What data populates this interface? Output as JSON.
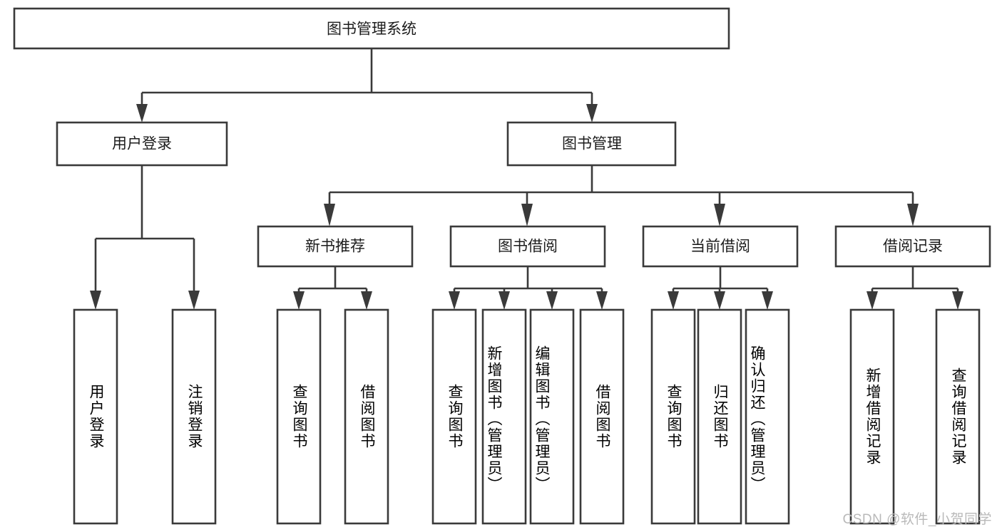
{
  "diagram": {
    "type": "tree",
    "title": "图书管理系统",
    "orientation": "top-down",
    "colors": {
      "stroke": "#3a3a3a",
      "box_fill": "#ffffff",
      "text": "#1c1c1c",
      "background": "#ffffff",
      "watermark": "#b9b9b9"
    },
    "root": {
      "label": "图书管理系统",
      "text_direction": "horizontal"
    },
    "level1": [
      {
        "label": "用户登录",
        "text_direction": "horizontal"
      },
      {
        "label": "图书管理",
        "text_direction": "horizontal"
      }
    ],
    "level2": [
      {
        "label": "新书推荐",
        "text_direction": "horizontal"
      },
      {
        "label": "图书借阅",
        "text_direction": "horizontal"
      },
      {
        "label": "当前借阅",
        "text_direction": "horizontal"
      },
      {
        "label": "借阅记录",
        "text_direction": "horizontal"
      }
    ],
    "leaves": {
      "user_login": [
        {
          "label": "用户登录",
          "text_direction": "vertical"
        },
        {
          "label": "注销登录",
          "text_direction": "vertical"
        }
      ],
      "new_book_recommend": [
        {
          "label": "查询图书",
          "text_direction": "vertical"
        },
        {
          "label": "借阅图书",
          "text_direction": "vertical"
        }
      ],
      "book_borrow": [
        {
          "label": "查询图书",
          "text_direction": "vertical"
        },
        {
          "label": "新增图书（管理员）",
          "text_direction": "vertical"
        },
        {
          "label": "编辑图书（管理员）",
          "text_direction": "vertical"
        },
        {
          "label": "借阅图书",
          "text_direction": "vertical"
        }
      ],
      "current_borrow": [
        {
          "label": "查询图书",
          "text_direction": "vertical"
        },
        {
          "label": "归还图书",
          "text_direction": "vertical"
        },
        {
          "label": "确认归还（管理员）",
          "text_direction": "vertical"
        }
      ],
      "borrow_records": [
        {
          "label": "新增借阅记录",
          "text_direction": "vertical"
        },
        {
          "label": "查询借阅记录",
          "text_direction": "vertical"
        }
      ]
    }
  },
  "watermark": {
    "text": "CSDN @软件_小贺同学"
  }
}
